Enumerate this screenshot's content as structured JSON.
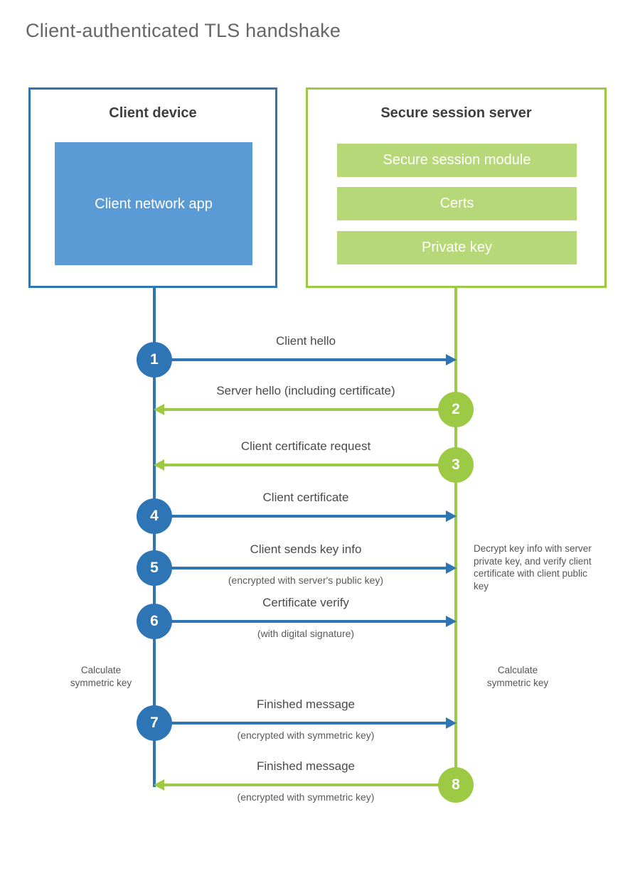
{
  "title": "Client-authenticated TLS handshake",
  "colors": {
    "blue": "#2E75B6",
    "blue_light": "#5B9BD5",
    "green": "#9DCA45",
    "green_light": "#B7D878",
    "title_text": "#666666",
    "heading_text": "#3E3E3E",
    "label_text": "#4A4A4A"
  },
  "client": {
    "title": "Client device",
    "inner_label": "Client network app"
  },
  "server": {
    "title": "Secure session server",
    "modules": [
      "Secure session module",
      "Certs",
      "Private key"
    ]
  },
  "steps": [
    {
      "num": "1",
      "label": "Client hello",
      "sub": "",
      "direction": "right",
      "color": "blue"
    },
    {
      "num": "2",
      "label": "Server hello (including certificate)",
      "sub": "",
      "direction": "left",
      "color": "green"
    },
    {
      "num": "3",
      "label": "Client certificate request",
      "sub": "",
      "direction": "left",
      "color": "green"
    },
    {
      "num": "4",
      "label": "Client certificate",
      "sub": "",
      "direction": "right",
      "color": "blue"
    },
    {
      "num": "5",
      "label": "Client sends key info",
      "sub": "(encrypted with server's public key)",
      "direction": "right",
      "color": "blue"
    },
    {
      "num": "6",
      "label": "Certificate verify",
      "sub": "(with digital signature)",
      "direction": "right",
      "color": "blue"
    },
    {
      "num": "7",
      "label": "Finished message",
      "sub": "(encrypted with symmetric key)",
      "direction": "right",
      "color": "blue"
    },
    {
      "num": "8",
      "label": "Finished message",
      "sub": "(encrypted with symmetric key)",
      "direction": "left",
      "color": "green"
    }
  ],
  "notes": {
    "decrypt": "Decrypt key info with server private key, and verify client certificate with client public key",
    "calc_left": "Calculate symmetric key",
    "calc_right": "Calculate symmetric key"
  }
}
